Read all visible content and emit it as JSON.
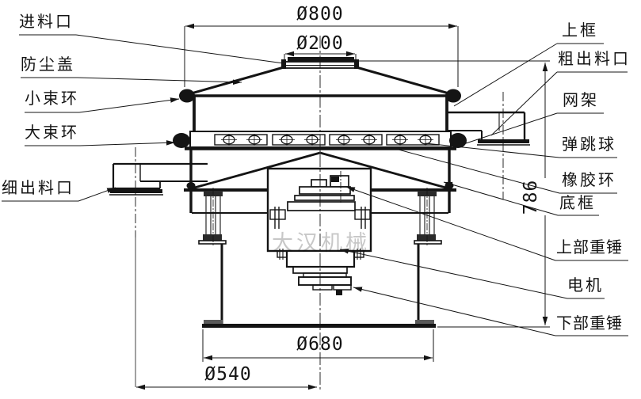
{
  "watermark": "大汉机械",
  "labels": {
    "left": [
      "进料口",
      "防尘盖",
      "小束环",
      "大束环",
      "细出料口"
    ],
    "right": [
      "上框",
      "粗出料口",
      "网架",
      "弹跳球",
      "橡胶环",
      "底框",
      "上部重锤",
      "电机",
      "下部重锤"
    ]
  },
  "dimensions": {
    "top_diameter": "Ø800",
    "inlet_diameter": "Ø200",
    "total_height": "786",
    "base_diameter": "Ø680",
    "stand_diameter": "Ø540"
  }
}
